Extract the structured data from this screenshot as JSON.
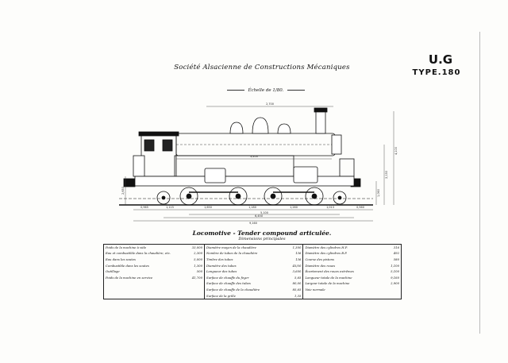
{
  "header": {
    "company": "Société Alsacienne de Constructions Mécaniques",
    "code": "U.G",
    "type": "TYPE.180",
    "scale": "Échelle de 1/80."
  },
  "dimensions": {
    "top_horizontal": "2,700",
    "boiler_length": "3,400",
    "bottom_segments": [
      "0,965",
      "1,115",
      "1,650",
      "1,180",
      "1,260",
      "1,013",
      "0,560"
    ],
    "lower_span_1": "5,100",
    "lower_span_2": "6,450",
    "total_length": "9,160",
    "height_left": "2,650",
    "height_chimney": "4,100",
    "height_boiler_axis": "2,130",
    "height_buffer": "1,060"
  },
  "caption": {
    "title": "Locomotive - Tender compound articulée.",
    "subtitle": "Dimensions principales"
  },
  "specs": [
    [
      "Poids de la machine à vide",
      "33,000",
      "Diamètre moyen de la chaudière",
      "1,300",
      "Diamètre des cylindres H.P.",
      "316"
    ],
    [
      "Eau et combustible dans la chaudière, etc.",
      "2,300",
      "Nombre de tubes de la chaudière",
      "136",
      "Diamètre des cylindres B.P.",
      "492"
    ],
    [
      "Eau dans les soutes",
      "5,000",
      "Timbre des tubes",
      "136",
      "Course des pistons",
      "580"
    ],
    [
      "Combustible dans les soutes",
      "1,300",
      "Diamètre des tubes",
      "45/50",
      "Diamètre des roues",
      "1,100"
    ],
    [
      "Outillage",
      "500",
      "Longueur des tubes",
      "3,600",
      "Écartement des roues extrêmes",
      "5,100"
    ],
    [
      "Poids de la machine en service",
      "41,700",
      "Surface de chauffe du foyer",
      "5,65",
      "Longueur totale de la machine",
      "9,160"
    ],
    [
      "",
      "",
      "Surface de chauffe des tubes",
      "80,00",
      "Largeur totale de la machine",
      "2,900"
    ],
    [
      "",
      "",
      "Surface de chauffe de la chaudière",
      "85,65",
      "Voie normale",
      ""
    ],
    [
      "",
      "",
      "Surface de la grille",
      "1,35",
      "",
      ""
    ]
  ]
}
